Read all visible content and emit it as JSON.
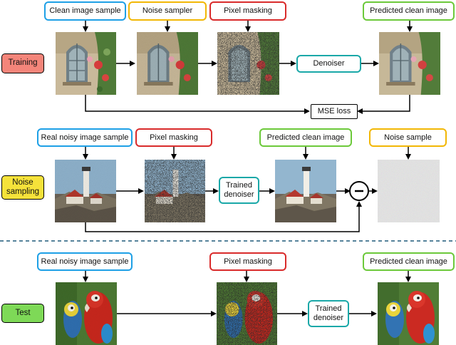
{
  "colors": {
    "blue": "#1ea0e6",
    "yellow": "#f2b705",
    "red": "#d92b2b",
    "green": "#6cc93a",
    "teal": "#1aa8a8",
    "training_fill": "#f4857a",
    "noise_fill": "#f5e23a",
    "test_fill": "#7ed957",
    "divider": "#1e5a7a"
  },
  "training": {
    "stage_label": "Training",
    "clean_image_sample": "Clean image sample",
    "noise_sampler": "Noise sampler",
    "pixel_masking": "Pixel masking",
    "denoiser": "Denoiser",
    "predicted_clean_image": "Predicted clean image",
    "mse_loss": "MSE loss"
  },
  "noise_sampling": {
    "stage_label_line1": "Noise",
    "stage_label_line2": "sampling",
    "real_noisy_image_sample": "Real noisy image sample",
    "pixel_masking": "Pixel masking",
    "trained_denoiser_line1": "Trained",
    "trained_denoiser_line2": "denoiser",
    "predicted_clean_image": "Predicted clean image",
    "noise_sample": "Noise sample",
    "subtract_symbol": "−"
  },
  "test": {
    "stage_label": "Test",
    "real_noisy_image_sample": "Real noisy image sample",
    "pixel_masking": "Pixel masking",
    "trained_denoiser_line1": "Trained",
    "trained_denoiser_line2": "denoiser",
    "predicted_clean_image": "Predicted clean image"
  }
}
